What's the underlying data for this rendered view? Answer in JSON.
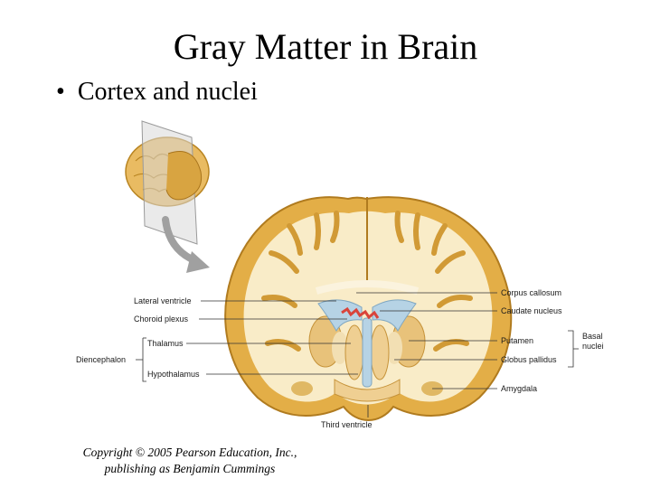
{
  "slide": {
    "title": "Gray Matter in Brain",
    "bullet": "Cortex and nuclei"
  },
  "diagram": {
    "labels_left": {
      "lateral_ventricle": "Lateral ventricle",
      "choroid_plexus": "Choroid plexus",
      "thalamus": "Thalamus",
      "diencephalon": "Diencephalon",
      "hypothalamus": "Hypothalamus"
    },
    "labels_right": {
      "corpus_callosum": "Corpus callosum",
      "caudate_nucleus": "Caudate nucleus",
      "putamen": "Putamen",
      "globus_pallidus": "Globus pallidus",
      "amygdala": "Amygdala",
      "basal_nuclei_line1": "Basal",
      "basal_nuclei_line2": "nuclei"
    },
    "label_bottom": "Third ventricle",
    "colors": {
      "gray_matter": "#e3ae47",
      "white_matter": "#f9ecc8",
      "ventricle": "#b6d3e5",
      "choroid_plexus": "#d9443a"
    }
  },
  "footer": {
    "copyright_line1": "Copyright © 2005 Pearson Education, Inc.,",
    "copyright_line2": "publishing as Benjamin Cummings"
  }
}
